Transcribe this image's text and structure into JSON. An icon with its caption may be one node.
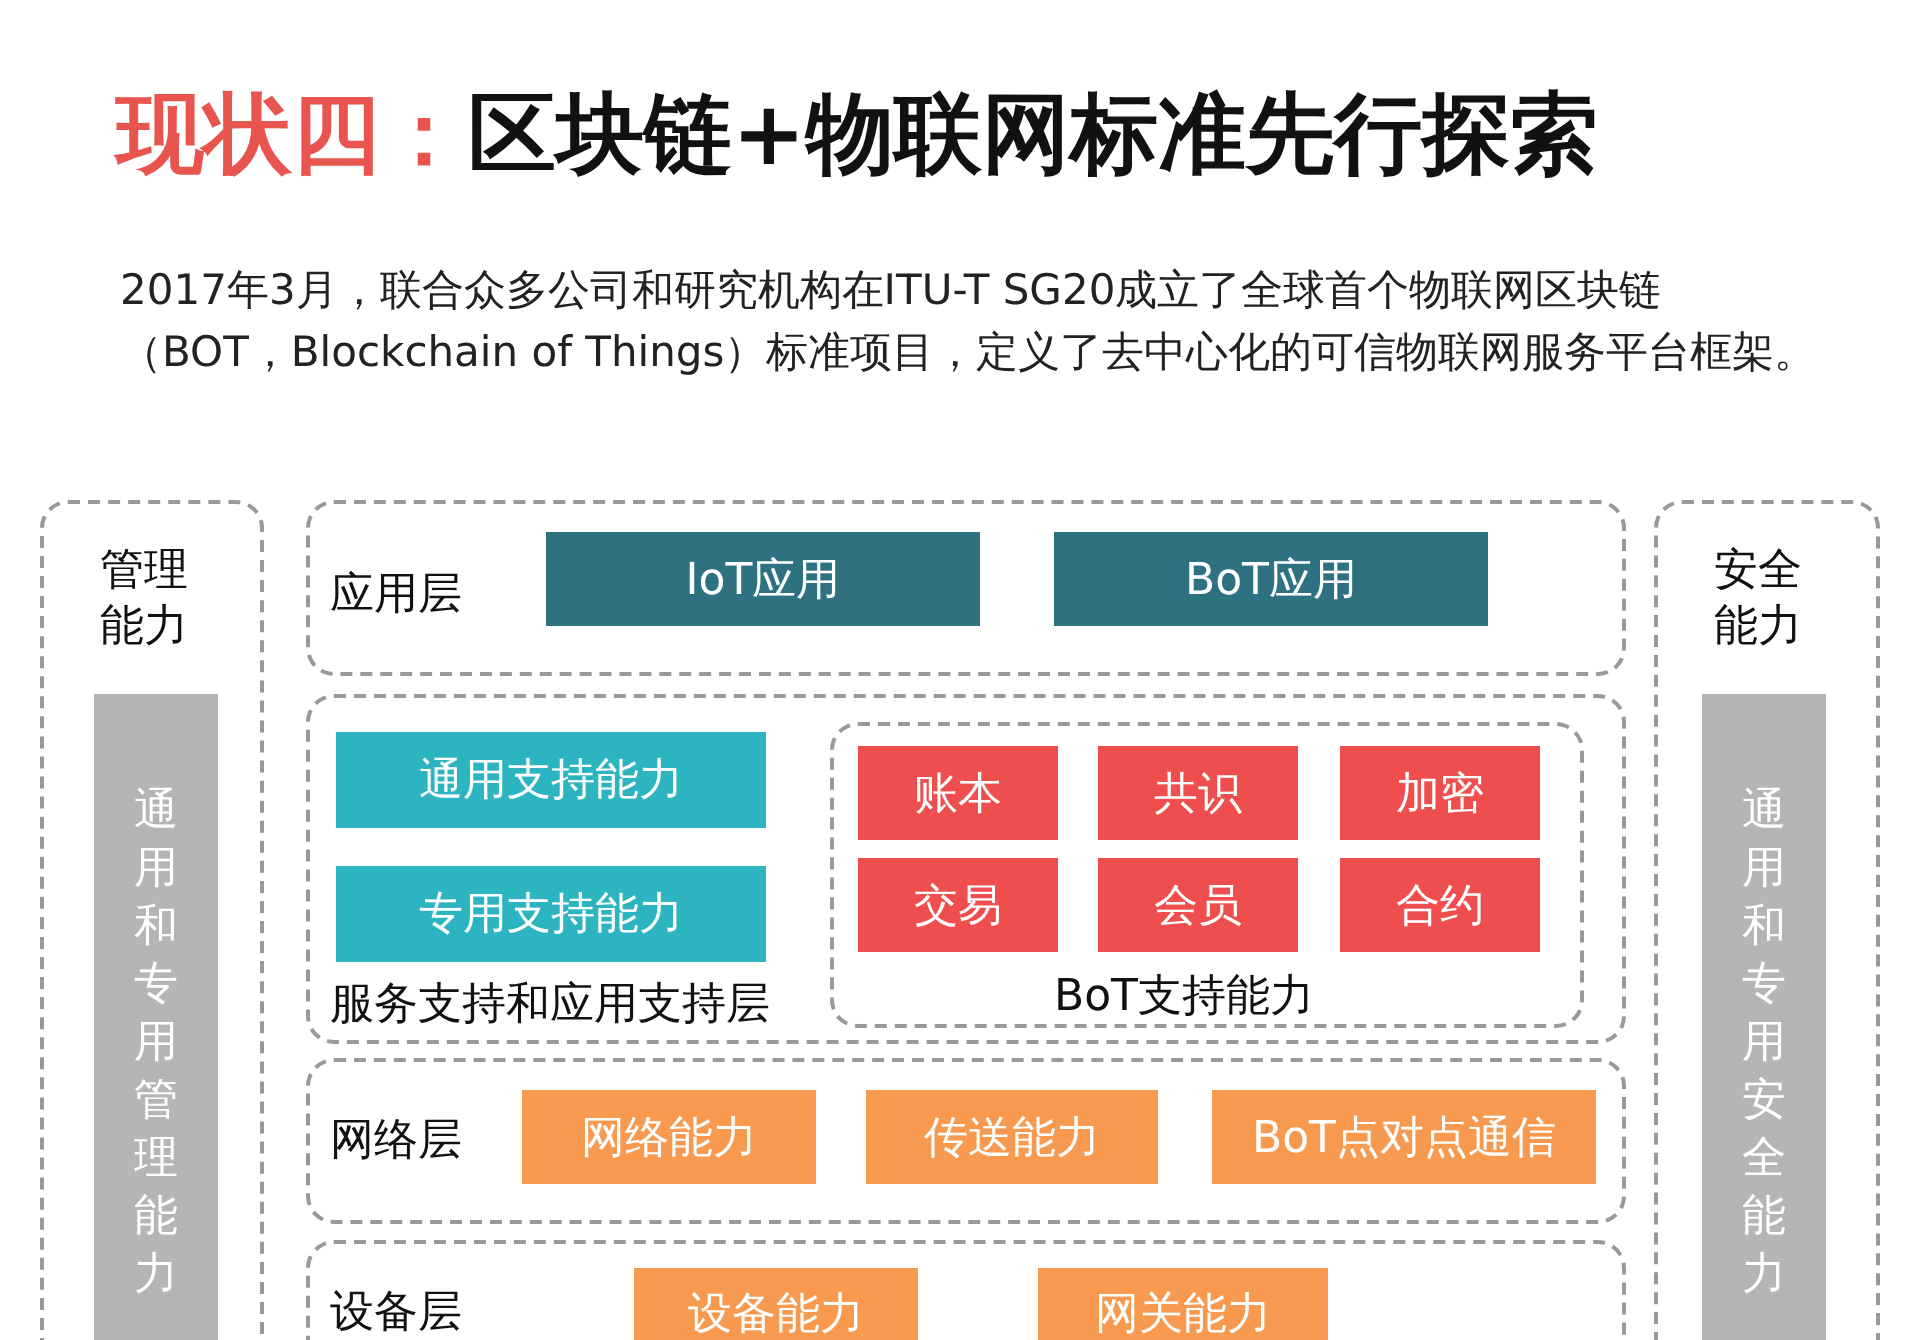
{
  "diagram": {
    "title": "**现状四：**区块链+物联网标准先行探索",
    "caption": "2017年3月，联合众多公司和研究机构在ITU-T SG20成立了全球首个物联网区块链（BOT，Blockchain of Things）标准项目，定义了去中心化的可信物联网服务平台框架。",
    "nodes": [
      {
        "text": [
          "管理能力"
        ]
      },
      {
        "text": [
          "通用和专用管理能力"
        ],
        "in": 0
      },
      {
        "text": [
          "应用层"
        ]
      },
      {
        "text": [
          "IoT应用"
        ],
        "in": 2
      },
      {
        "text": [
          "BoT应用"
        ],
        "in": 2
      },
      {
        "text": [
          "服务支持和应用支持层"
        ]
      },
      {
        "text": [
          "通用支持能力"
        ],
        "in": 5
      },
      {
        "text": [
          "专用支持能力"
        ],
        "in": 5
      },
      {
        "text": [
          "BoT支持能力"
        ],
        "in": 5
      },
      {
        "text": [
          "账本"
        ],
        "in": 8
      },
      {
        "text": [
          "共识"
        ],
        "in": 8
      },
      {
        "text": [
          "加密"
        ],
        "in": 8
      },
      {
        "text": [
          "交易"
        ],
        "in": 8
      },
      {
        "text": [
          "会员"
        ],
        "in": 8
      },
      {
        "text": [
          "合约"
        ],
        "in": 8
      },
      {
        "text": [
          "网络层"
        ]
      },
      {
        "text": [
          "网络能力"
        ],
        "in": 15
      },
      {
        "text": [
          "传送能力"
        ],
        "in": 15
      },
      {
        "text": [
          "BoT点对点通信"
        ],
        "in": 15
      },
      {
        "text": [
          "设备层"
        ]
      },
      {
        "text": [
          "设备能力"
        ],
        "in": 19
      },
      {
        "text": [
          "网关能力"
        ],
        "in": 19
      },
      {
        "text": [
          "安全能力"
        ]
      },
      {
        "text": [
          "通用和专用安全能力"
        ],
        "in": 22
      }
    ]
  }
}
